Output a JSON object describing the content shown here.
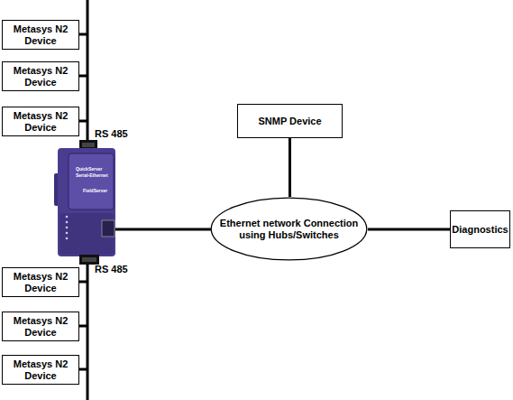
{
  "diagram": {
    "nodes": [
      {
        "text": [
          "Metasys N2 Device"
        ]
      },
      {
        "text": [
          "Metasys N2 Device"
        ]
      },
      {
        "text": [
          "Metasys N2 Device"
        ]
      },
      {
        "text": [
          "SNMP Device"
        ]
      },
      {
        "text": [
          "Ethernet network Connection using Hubs/Switches"
        ]
      },
      {
        "text": [
          "Diagnostics"
        ]
      },
      {
        "text": [
          "Metasys N2 Device"
        ]
      },
      {
        "text": [
          "Metasys N2 Device"
        ]
      },
      {
        "text": [
          "Metasys N2 Device"
        ]
      }
    ],
    "edges": [
      {
        "from": 3,
        "to": 4,
        "arrow": "none"
      },
      {
        "from": 4,
        "to": 5,
        "arrow": "none"
      }
    ],
    "labels": [
      "RS 485",
      "RS 485",
      "QuickServer",
      "Serial-Ethernet",
      "FieldServer"
    ]
  }
}
